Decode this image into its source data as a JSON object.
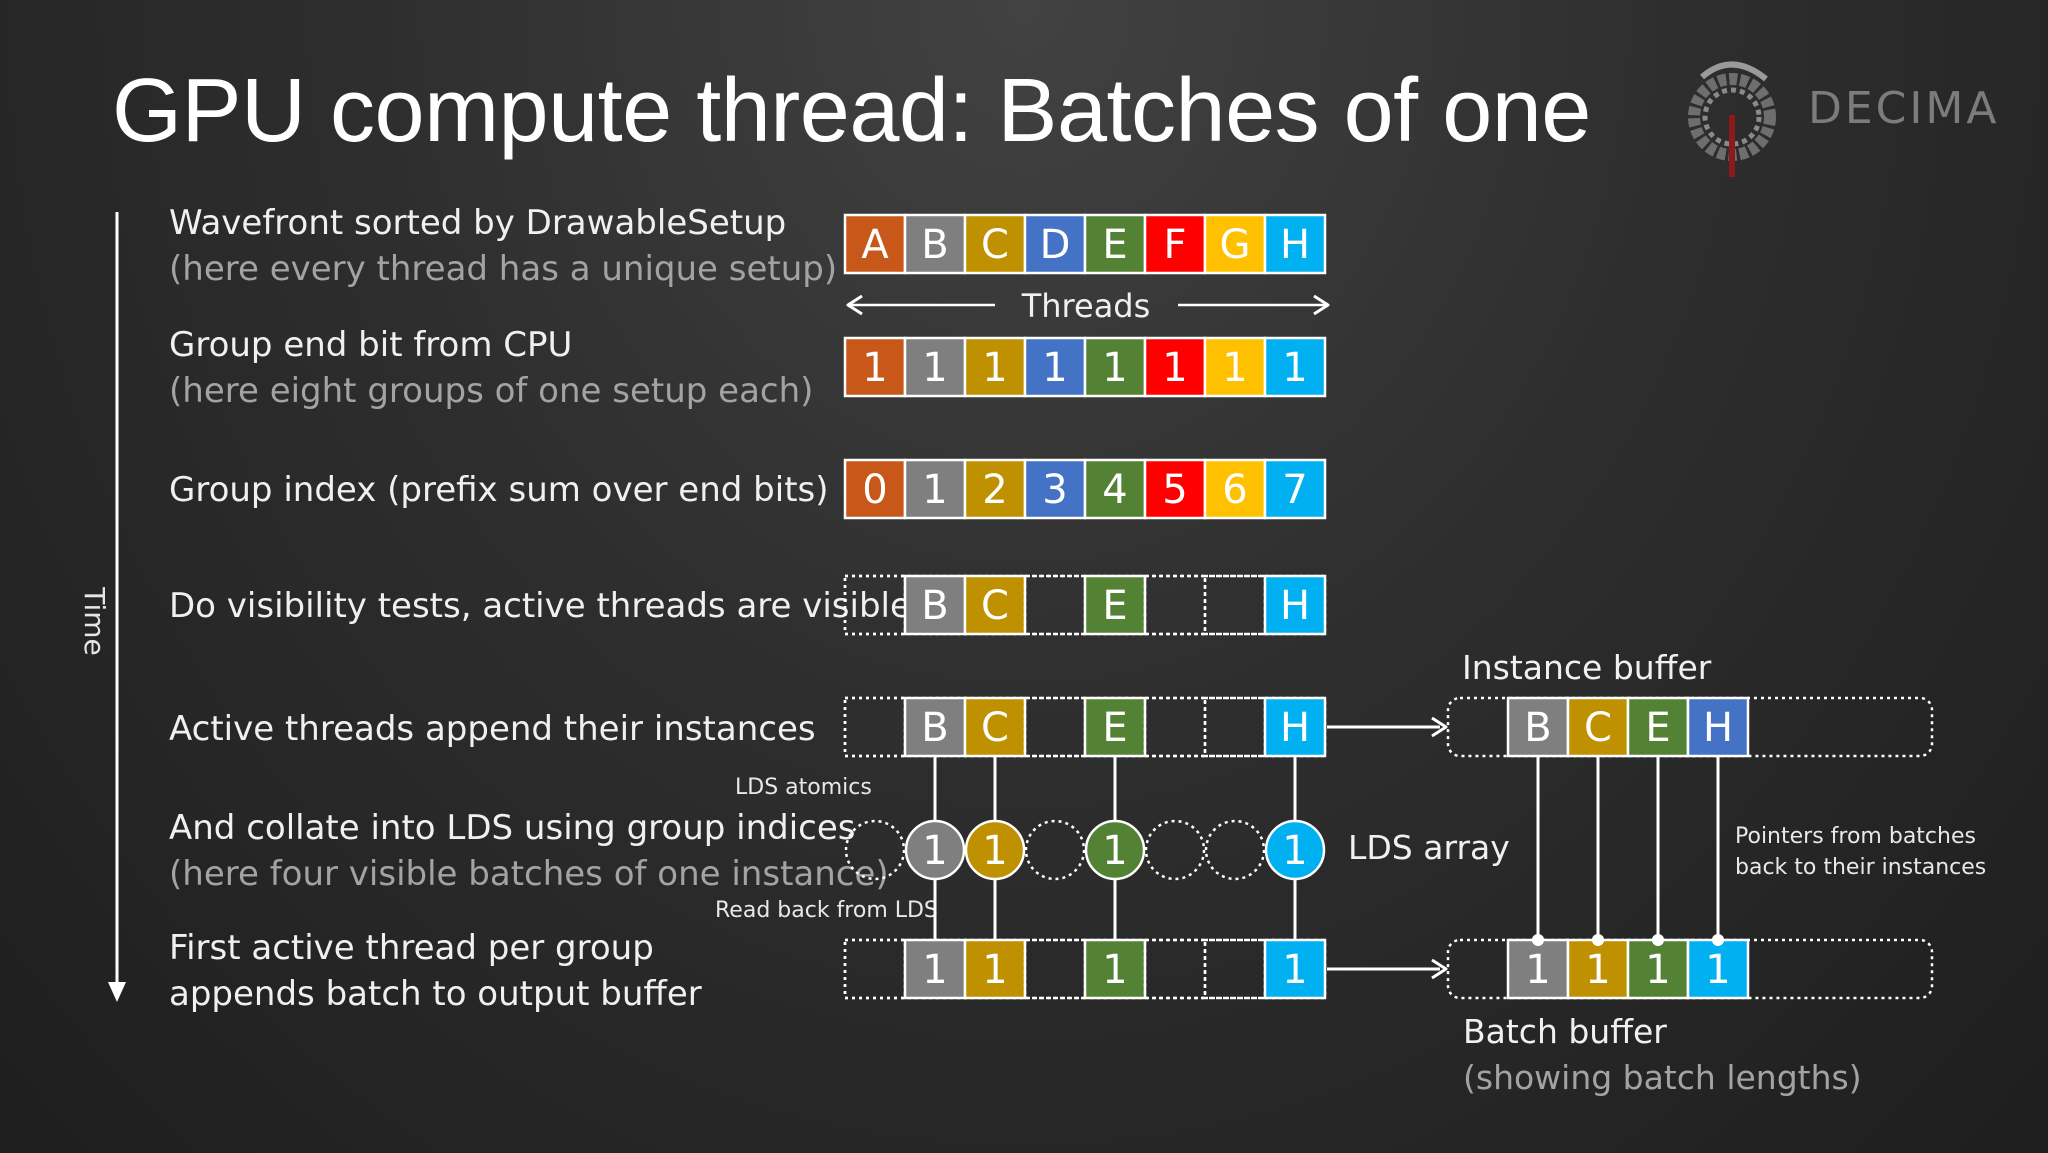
{
  "slide": {
    "title": "GPU compute thread: Batches of one",
    "logo_text": "DECIMA"
  },
  "time_axis": {
    "label": "Time"
  },
  "rows": [
    {
      "label": "Wavefront sorted by DrawableSetup",
      "sublabel": "(here every thread has a unique setup)"
    },
    {
      "label": "Group end bit from CPU",
      "sublabel": "(here eight groups of one setup each)"
    },
    {
      "label": "Group index (prefix sum over end bits)",
      "sublabel": ""
    },
    {
      "label": "Do visibility tests, active threads are visible",
      "sublabel": ""
    },
    {
      "label": "Active threads append their instances",
      "sublabel": ""
    },
    {
      "label": "And collate into LDS using group indices",
      "sublabel": "(here four visible batches of one instance)"
    },
    {
      "label": "First active thread per group",
      "sublabel": "appends batch to output buffer"
    }
  ],
  "threads_label": "Threads",
  "lds_atomics_label": "LDS atomics",
  "read_back_label": "Read back from LDS",
  "lds_array_label": "LDS array",
  "instance_buffer_label": "Instance buffer",
  "pointers_note": [
    "Pointers from batches",
    "back to their instances"
  ],
  "batch_buffer": {
    "label": "Batch buffer",
    "sublabel": "(showing batch lengths)"
  },
  "colors": {
    "orange": "#c8581a",
    "gray": "#7f7f7f",
    "olive": "#bf9000",
    "blue": "#4472c4",
    "green": "#548235",
    "red": "#ff0000",
    "yellow": "#ffc000",
    "cyan": "#00b0f0"
  },
  "wavefront": [
    "A",
    "B",
    "C",
    "D",
    "E",
    "F",
    "G",
    "H"
  ],
  "end_bits": [
    "1",
    "1",
    "1",
    "1",
    "1",
    "1",
    "1",
    "1"
  ],
  "group_index": [
    "0",
    "1",
    "2",
    "3",
    "4",
    "5",
    "6",
    "7"
  ],
  "visible": [
    "",
    "B",
    "C",
    "",
    "E",
    "",
    "",
    "H"
  ],
  "appended": [
    "",
    "B",
    "C",
    "",
    "E",
    "",
    "",
    "H"
  ],
  "lds": [
    "",
    "1",
    "1",
    "",
    "1",
    "",
    "",
    "1"
  ],
  "batches": [
    "",
    "1",
    "1",
    "",
    "1",
    "",
    "",
    "1"
  ],
  "instance_buffer": [
    "B",
    "C",
    "E",
    "H"
  ],
  "batch_buffer_values": [
    "1",
    "1",
    "1",
    "1"
  ]
}
